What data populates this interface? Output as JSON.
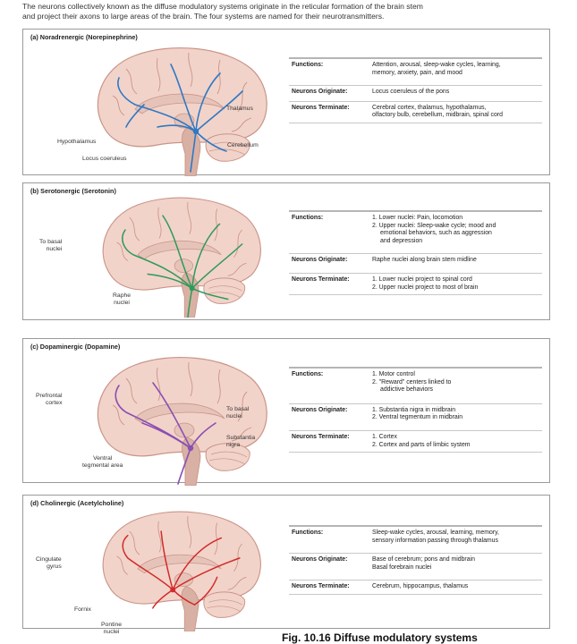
{
  "intro": {
    "line1": "The neurons collectively known as the diffuse modulatory systems originate in the reticular formation of the brain stem",
    "line2": "and project their axons to large areas of the brain. The four systems are named for their neurotransmitters."
  },
  "colors": {
    "noradrenergic": "#2f78c4",
    "serotonergic": "#2e9a5b",
    "dopaminergic": "#8a4fb2",
    "cholinergic": "#d22b2b",
    "brain_fill": "#f2d3c9",
    "brain_stroke": "#c99488",
    "brainstem": "#d9b1a4",
    "corpus": "#e6c3b8"
  },
  "panels": [
    {
      "title": "(a) Noradrenergic (Norepinephrine)",
      "labels": {
        "thalamus": "Thalamus",
        "hypothalamus": "Hypothalamus",
        "locus": "Locus coeruleus",
        "cerebellum": "Cerebellum"
      },
      "functions_label": "Functions:",
      "functions": [
        "Attention, arousal, sleep-wake cycles, learning,",
        "memory, anxiety, pain, and mood"
      ],
      "originate_label": "Neurons Originate:",
      "originate": [
        "Locus coeruleus of the pons"
      ],
      "terminate_label": "Neurons Terminate:",
      "terminate": [
        "Cerebral cortex, thalamus, hypothalamus,",
        "olfactory bulb, cerebellum, midbrain, spinal cord"
      ]
    },
    {
      "title": "(b) Serotonergic (Serotonin)",
      "labels": {
        "basal1": "To basal",
        "basal2": "nuclei",
        "raphe1": "Raphe",
        "raphe2": "nuclei"
      },
      "functions_label": "Functions:",
      "functions": [
        "1. Lower nuclei: Pain, locomotion",
        "2. Upper nuclei: Sleep-wake cycle; mood and",
        "    emotional behaviors, such as aggression",
        "    and depression"
      ],
      "originate_label": "Neurons Originate:",
      "originate": [
        "Raphe nuclei along brain stem midline"
      ],
      "terminate_label": "Neurons Terminate:",
      "terminate": [
        "1. Lower nuclei project to spinal cord",
        "2. Upper nuclei project to most of brain"
      ]
    },
    {
      "title": "(c) Dopaminergic (Dopamine)",
      "labels": {
        "prefrontal1": "Prefrontal",
        "prefrontal2": "cortex",
        "basal1": "To basal",
        "basal2": "nuclei",
        "sn1": "Substantia",
        "sn2": "nigra",
        "vta1": "Ventral",
        "vta2": "tegmental area"
      },
      "functions_label": "Functions:",
      "functions": [
        "1. Motor control",
        "2. \"Reward\" centers linked to",
        "    addictive behaviors"
      ],
      "originate_label": "Neurons Originate:",
      "originate": [
        "1. Substantia nigra in midbrain",
        "2. Ventral tegmentum in midbrain"
      ],
      "terminate_label": "Neurons Terminate:",
      "terminate": [
        "1. Cortex",
        "2. Cortex and parts of limbic system"
      ]
    },
    {
      "title": "(d) Cholinergic (Acetylcholine)",
      "labels": {
        "cingulate1": "Cingulate",
        "cingulate2": "gyrus",
        "fornix": "Fornix",
        "pontine1": "Pontine",
        "pontine2": "nuclei"
      },
      "functions_label": "Functions:",
      "functions": [
        "Sleep-wake cycles, arousal, learning, memory,",
        "sensory information passing through thalamus"
      ],
      "originate_label": "Neurons Originate:",
      "originate": [
        "Base of cerebrum; pons and midbrain",
        "Basal forebrain nuclei"
      ],
      "terminate_label": "Neurons Terminate:",
      "terminate": [
        "Cerebrum, hippocampus, thalamus"
      ]
    }
  ],
  "caption": "Fig. 10.16 Diffuse modulatory systems"
}
